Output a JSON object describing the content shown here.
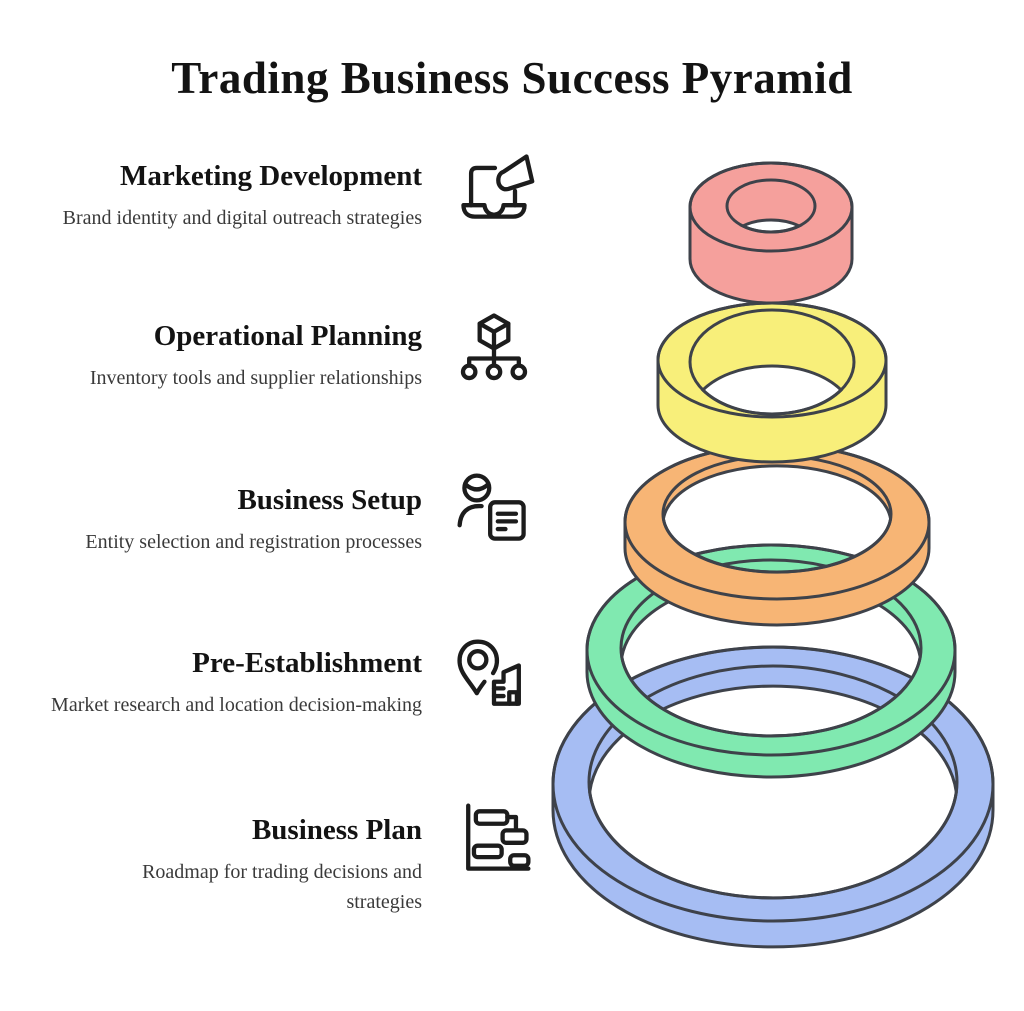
{
  "title": "Trading Business Success Pyramid",
  "colors": {
    "background": "#ffffff",
    "outline": "#3e424a",
    "title_text": "#131313",
    "body_text": "#3a3a3a",
    "icon_stroke": "#1c1c1c"
  },
  "levels": [
    {
      "name": "Marketing Development",
      "description": "Brand identity and digital outreach strategies",
      "icon": "laptop-megaphone-icon",
      "ring_color": "#f5a09c"
    },
    {
      "name": "Operational Planning",
      "description": "Inventory tools and supplier relationships",
      "icon": "cube-hierarchy-icon",
      "ring_color": "#f8ef7a"
    },
    {
      "name": "Business Setup",
      "description": "Entity selection and registration processes",
      "icon": "person-document-icon",
      "ring_color": "#f7b575"
    },
    {
      "name": "Pre-Establishment",
      "description": "Market research and location decision-making",
      "icon": "location-pin-building-icon",
      "ring_color": "#80e9b0"
    },
    {
      "name": "Business Plan",
      "description": "Roadmap for trading decisions and strategies",
      "icon": "gantt-chart-icon",
      "ring_color": "#a6bdf3"
    }
  ]
}
